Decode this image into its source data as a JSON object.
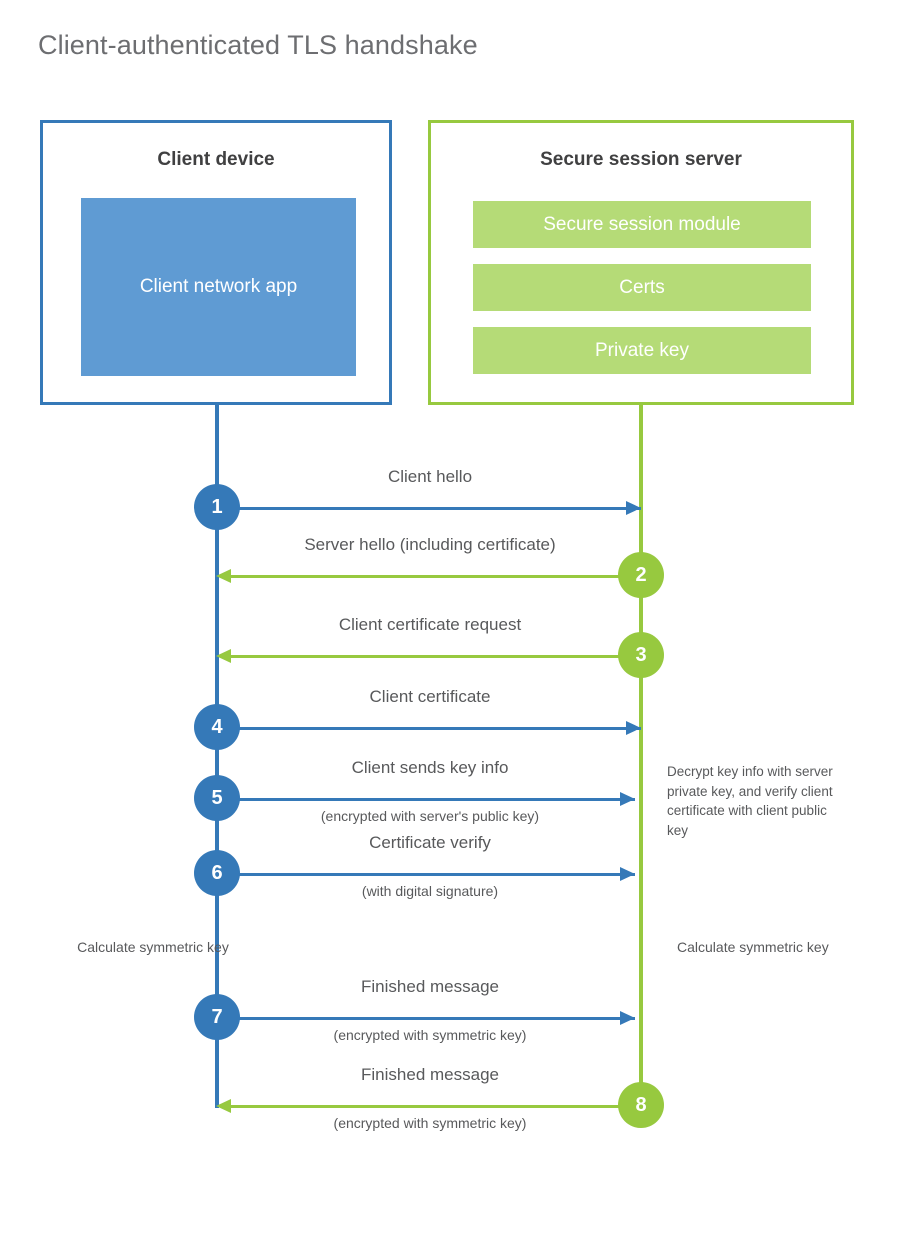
{
  "title": "Client-authenticated TLS handshake",
  "colors": {
    "blue_stroke": "#3579b8",
    "blue_fill": "#5f9bd3",
    "green_stroke": "#97c93f",
    "green_fill": "#b5db77",
    "text_gray": "#58595b",
    "title_gray": "#6d6e71",
    "heading_dark": "#404041"
  },
  "client": {
    "title": "Client device",
    "app_label": "Client network app"
  },
  "server": {
    "title": "Secure session server",
    "components": [
      "Secure session module",
      "Certs",
      "Private key"
    ]
  },
  "steps": [
    {
      "number": "1",
      "label": "Client hello",
      "sublabel": "",
      "direction": "client-to-server",
      "color": "blue"
    },
    {
      "number": "2",
      "label": "Server hello (including certificate)",
      "sublabel": "",
      "direction": "server-to-client",
      "color": "green"
    },
    {
      "number": "3",
      "label": "Client certificate request",
      "sublabel": "",
      "direction": "server-to-client",
      "color": "green"
    },
    {
      "number": "4",
      "label": "Client certificate",
      "sublabel": "",
      "direction": "client-to-server",
      "color": "blue"
    },
    {
      "number": "5",
      "label": "Client sends key info",
      "sublabel": "(encrypted with server's public key)",
      "direction": "client-to-server",
      "color": "blue"
    },
    {
      "number": "6",
      "label": "Certificate verify",
      "sublabel": "(with digital signature)",
      "direction": "client-to-server",
      "color": "blue"
    },
    {
      "number": "7",
      "label": "Finished message",
      "sublabel": "(encrypted with symmetric key)",
      "direction": "client-to-server",
      "color": "blue"
    },
    {
      "number": "8",
      "label": "Finished message",
      "sublabel": "(encrypted with symmetric key)",
      "direction": "server-to-client",
      "color": "green"
    }
  ],
  "annotations": {
    "server_decrypt": "Decrypt key info with server private key, and verify client certificate with client public key",
    "client_calculate": "Calculate symmetric key",
    "server_calculate": "Calculate symmetric key"
  }
}
